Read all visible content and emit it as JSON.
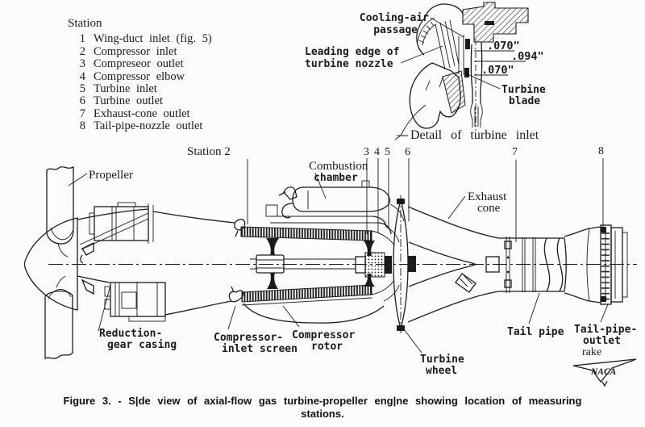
{
  "station_list": {
    "header": "Station",
    "items": [
      {
        "num": "1",
        "label": "Wing-duct inlet (fig. 5)"
      },
      {
        "num": "2",
        "label": "Compressor inlet"
      },
      {
        "num": "3",
        "label": "Compreseor outlet"
      },
      {
        "num": "4",
        "label": "Compressor elbow"
      },
      {
        "num": "5",
        "label": "Turbine inlet"
      },
      {
        "num": "6",
        "label": "Turbine outlet"
      },
      {
        "num": "7",
        "label": "Exhaust-cone outlet"
      },
      {
        "num": "8",
        "label": "Tail-pipe-nozzle outlet"
      }
    ]
  },
  "inset": {
    "cooling_air_line1": "Cooling-air",
    "cooling_air_line2": "passage",
    "leading_edge_line1": "Leading edge of",
    "leading_edge_line2": "turbine nozzle",
    "dim_top": ".070\"",
    "dim_mid": ".094\"",
    "dim_bottom": ".070\"",
    "turbine_blade_line1": "Turbine",
    "turbine_blade_line2": "blade",
    "caption": "Detail of turbine inlet"
  },
  "engine": {
    "station2": "Station 2",
    "s3": "3",
    "s4": "4",
    "s5": "5",
    "s6": "6",
    "s7": "7",
    "s8": "8",
    "propeller": "Propeller",
    "combustion_line1": "Combustion",
    "combustion_line2": "chamber",
    "exhaust_line1": "Exhaust",
    "exhaust_line2": "cone",
    "reduction_line1": "Reduction-",
    "reduction_line2": "gear casing",
    "screen_line1": "Compressor-",
    "screen_line2": "inlet screen",
    "rotor_line1": "Compressor",
    "rotor_line2": "rotor",
    "wheel_line1": "Turbine",
    "wheel_line2": "wheel",
    "tail_pipe": "Tail pipe",
    "rake_line1": "Tail-pipe-",
    "rake_line2": "outlet",
    "rake_line3": "rake",
    "logo": "NACA"
  },
  "caption": {
    "line1": "Figure 3. - S|de view of axial-flow gas turbine-propeller eng|ne showing location of measuring",
    "line2": "stations."
  }
}
